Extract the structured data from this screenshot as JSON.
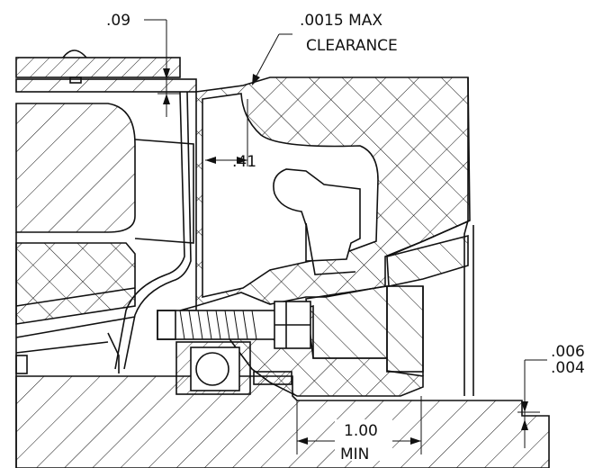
{
  "annotations": {
    "dim_09": ".09",
    "clearance_line1": ".0015 MAX",
    "clearance_line2": "CLEARANCE",
    "dim_41": ".41",
    "tol_upper": ".006",
    "tol_lower": ".004",
    "dim_100": "1.00",
    "dim_min": "MIN"
  },
  "colors": {
    "line": "#111111",
    "background": "#ffffff"
  }
}
